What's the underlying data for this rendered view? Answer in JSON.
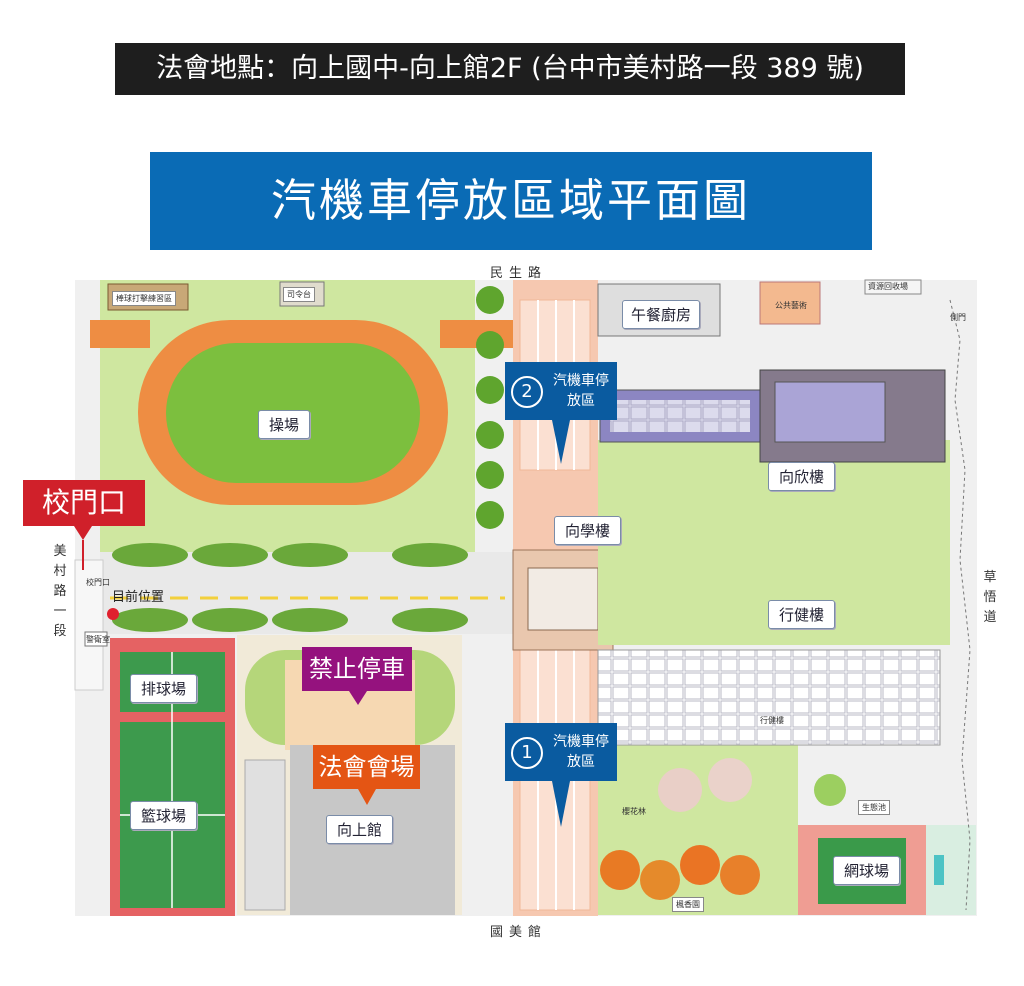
{
  "header": {
    "venue_line": "法會地點：向上國中-向上館2F (台中市美村路一段 389 號)",
    "map_title": "汽機車停放區域平面圖"
  },
  "roads": {
    "north": "民生路",
    "south": "國美館",
    "west": "美村路一段",
    "east": "草悟道"
  },
  "callouts": {
    "gate": "校門口",
    "no_parking": "禁止停車",
    "venue": "法會會場",
    "current_position": "目前位置",
    "parking_1_num": "1",
    "parking_1_text": "汽機車停放區",
    "parking_2_num": "2",
    "parking_2_text": "汽機車停放區"
  },
  "labels": {
    "playground": "操場",
    "lunch_kitchen": "午餐廚房",
    "xiangxin_building": "向欣樓",
    "xiangxue_building": "向學樓",
    "xingjian_building": "行健樓",
    "volleyball": "排球場",
    "basketball": "籃球場",
    "xiangshang_hall": "向上館",
    "tennis": "網球場"
  },
  "small_labels": {
    "baseball": "棒球打擊練習區",
    "command_stage": "司令台",
    "public_art": "公共藝術",
    "recycle": "資源回收場",
    "side_gate": "側門",
    "guard_room": "警衛室",
    "gate_small": "校門口",
    "cherry_forest": "櫻花林",
    "maple_garden": "楓香園",
    "eco_pond": "生態池",
    "xingjian_small": "行健樓"
  },
  "colors": {
    "banner_dark": "#1e1e1e",
    "title_blue": "#0a6bb5",
    "gate_red": "#d0202a",
    "no_parking_purple": "#95127e",
    "venue_orange": "#e45514",
    "parking_blue": "#0a5ba0",
    "grass": "#cfe7a0",
    "track": "#ee8d43"
  }
}
